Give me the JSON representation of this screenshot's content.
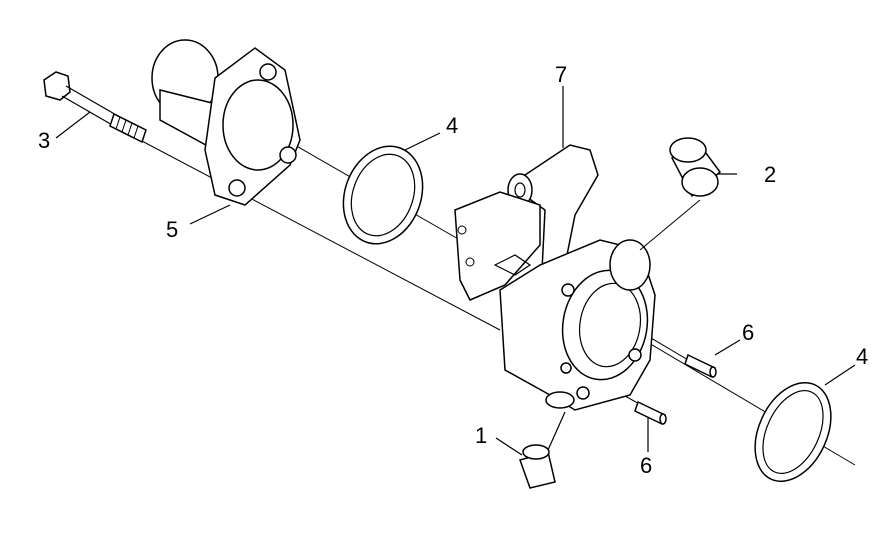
{
  "diagram": {
    "callouts": [
      {
        "id": "1",
        "label": "1"
      },
      {
        "id": "2",
        "label": "2"
      },
      {
        "id": "3",
        "label": "3"
      },
      {
        "id": "4a",
        "label": "4"
      },
      {
        "id": "4b",
        "label": "4"
      },
      {
        "id": "5",
        "label": "5"
      },
      {
        "id": "6a",
        "label": "6"
      },
      {
        "id": "6b",
        "label": "6"
      },
      {
        "id": "7",
        "label": "7"
      }
    ]
  },
  "colors": {
    "line": "#000000",
    "background": "#ffffff"
  }
}
